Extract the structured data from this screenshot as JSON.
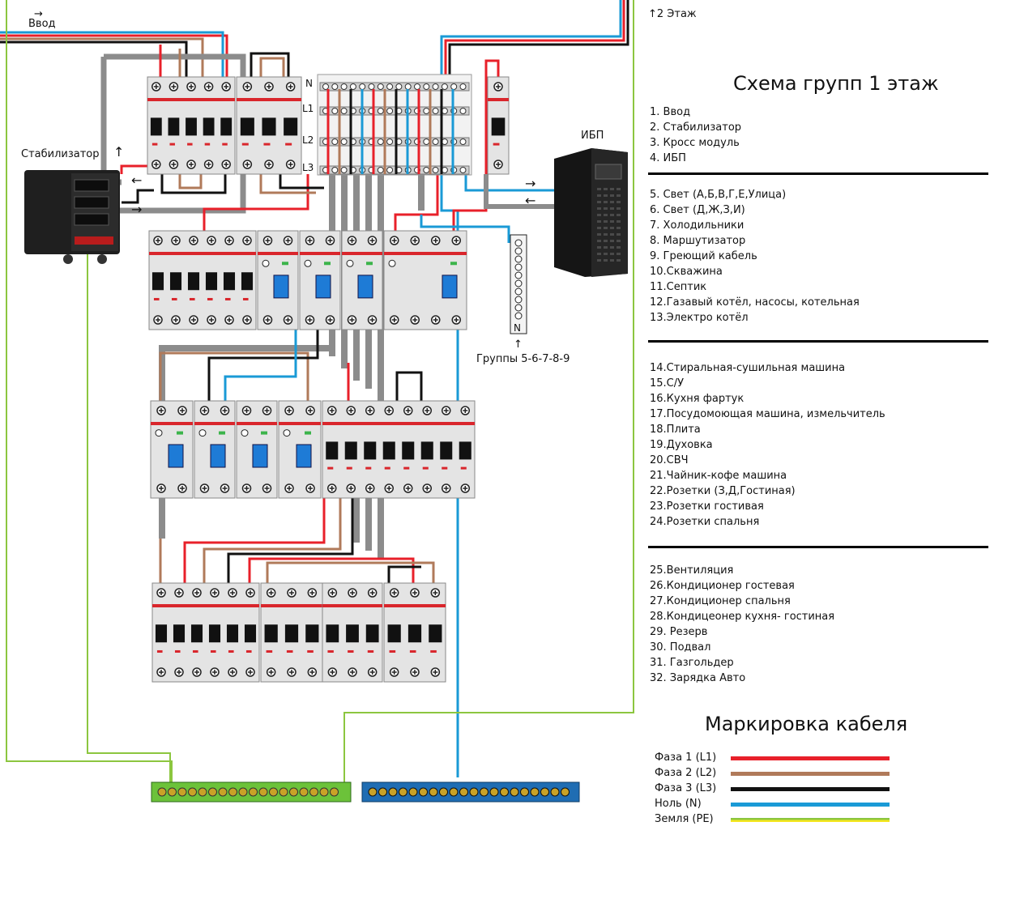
{
  "labels": {
    "vvod": "Ввод",
    "floor2": "↑2 Этаж",
    "stabilizer": "Стабилизатор",
    "ups": "ИБП",
    "groups_5_9": "Группы 5-6-7-8-9",
    "n": "N",
    "l1": "L1",
    "l2": "L2",
    "l3": "L3",
    "arrow_up": "↑",
    "arrow_left": "←",
    "arrow_right": "→"
  },
  "groups_title": "Схема групп 1 этаж",
  "group_sections": [
    [
      "1. Ввод",
      "2. Стабилизатор",
      "3. Кросс модуль",
      "4. ИБП"
    ],
    [
      "5. Свет (А,Б,В,Г,Е,Улица)",
      "6. Свет (Д,Ж,З,И)",
      "7. Холодильники",
      "8. Маршутизатор",
      "9. Греющий кабель",
      "10.Скважина",
      "11.Септик",
      "12.Газавый котёл, насосы, котельная",
      "13.Электро котёл"
    ],
    [
      "14.Стиральная-сушильная машина",
      "15.С/У",
      "16.Кухня фартук",
      "17.Посудомоющая машина, измельчитель",
      "18.Плита",
      "19.Духовка",
      "20.СВЧ",
      "21.Чайник-кофе машина",
      "22.Розетки (З,Д,Гостиная)",
      "23.Розетки  гостивая",
      "24.Розетки  спальня"
    ],
    [
      "25.Вентиляция",
      "26.Кондиционер  гостевая",
      "27.Кондиционер  спальня",
      "28.Кондицеонер  кухня- гостиная",
      "29. Резерв",
      "30. Подвал",
      "31. Газгольдер",
      "32. Зарядка Авто"
    ]
  ],
  "legend": {
    "title": "Маркировка кабеля",
    "items": [
      {
        "label": "Фаза 1 (L1)",
        "color": "#e8202a"
      },
      {
        "label": "Фаза 2 (L2)",
        "color": "#b07a5a"
      },
      {
        "label": "Фаза 3 (L3)",
        "color": "#111111"
      },
      {
        "label": "Ноль    (N)",
        "color": "#1a9ad6"
      },
      {
        "label": "Земля (PE)",
        "color": "#8cc63f"
      }
    ]
  },
  "colors": {
    "red": "#e8202a",
    "brown": "#b07a5a",
    "black": "#111111",
    "blue": "#1a9ad6",
    "green": "#8cc63f",
    "gray": "#8c8c8c",
    "module": "#e4e4e4",
    "abb_red": "#d9262c"
  }
}
